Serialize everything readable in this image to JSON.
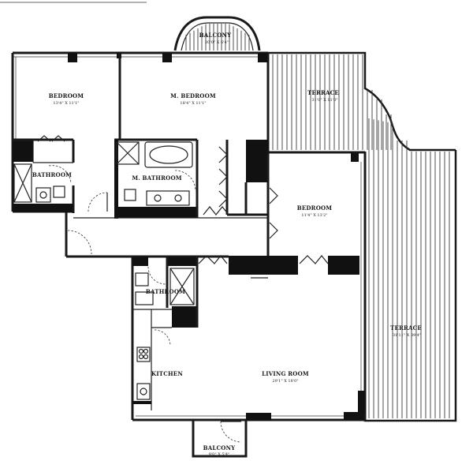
{
  "rooms": {
    "balcony_top": {
      "name": "BALCONY",
      "dims": "20'0\" X 6'4\""
    },
    "bedroom_left": {
      "name": "BEDROOM",
      "dims": "13'4\" X 11'1\""
    },
    "master_bedroom": {
      "name": "M. BEDROOM",
      "dims": "18'4\" X 11'1\""
    },
    "terrace_top": {
      "name": "TERRACE",
      "dims": "31'0\" X 11'0\""
    },
    "bathroom_left": {
      "name": "BATHROOM"
    },
    "master_bathroom": {
      "name": "M. BATHROOM"
    },
    "bedroom_right": {
      "name": "BEDROOM",
      "dims": "11'4\" X 13'2\""
    },
    "bathroom_center": {
      "name": "BATHROOM"
    },
    "terrace_right": {
      "name": "TERRACE",
      "dims": "31'11\" X 39'4\""
    },
    "kitchen": {
      "name": "KITCHEN"
    },
    "living_room": {
      "name": "LIVING ROOM",
      "dims": "29'1\" X 18'0\""
    },
    "balcony_bottom": {
      "name": "BALCONY",
      "dims": "9'0\" X 5'4\""
    }
  }
}
